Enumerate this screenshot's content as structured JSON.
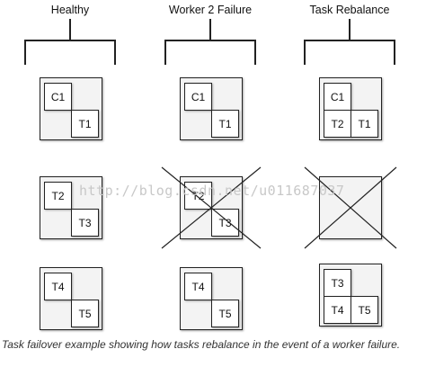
{
  "columns": [
    {
      "title": "Healthy"
    },
    {
      "title": "Worker 2 Failure"
    },
    {
      "title": "Task Rebalance"
    }
  ],
  "workers": {
    "healthy": [
      {
        "tasks": [
          "C1",
          "T1"
        ],
        "failed": false
      },
      {
        "tasks": [
          "T2",
          "T3"
        ],
        "failed": false
      },
      {
        "tasks": [
          "T4",
          "T5"
        ],
        "failed": false
      }
    ],
    "worker_2_failure": [
      {
        "tasks": [
          "C1",
          "T1"
        ],
        "failed": false
      },
      {
        "tasks": [
          "T2",
          "T3"
        ],
        "failed": true
      },
      {
        "tasks": [
          "T4",
          "T5"
        ],
        "failed": false
      }
    ],
    "task_rebalance": [
      {
        "tasks": [
          "C1",
          "T2",
          "T1"
        ],
        "failed": false
      },
      {
        "tasks": [],
        "failed": true
      },
      {
        "tasks": [
          "T3",
          "T4",
          "T5"
        ],
        "failed": false
      }
    ]
  },
  "watermark": "http://blog.csdn.net/u011687037",
  "caption": "Task failover example showing how tasks rebalance in the event of a worker failure.",
  "colors": {
    "line": "#222222",
    "worker_fill": "#f3f3f3",
    "task_fill": "#ffffff",
    "watermark": "#c8c8c8"
  }
}
